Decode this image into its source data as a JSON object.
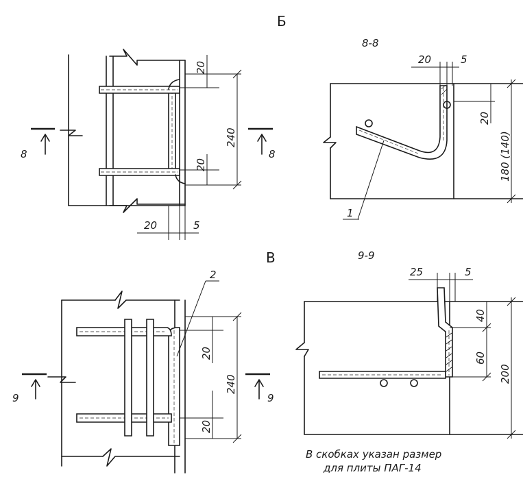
{
  "top_view_letter": "Б",
  "bottom_view_letter": "В",
  "section_top_title": "8-8",
  "section_bottom_title": "9-9",
  "section_mark_top": "8",
  "section_mark_bottom": "9",
  "dims": {
    "d20": "20",
    "d5": "5",
    "d240": "240",
    "d25": "25",
    "d40": "40",
    "d60": "60",
    "d200": "200",
    "d180": "180 (140)"
  },
  "leaders": {
    "item_1": "1",
    "item_2": "2"
  },
  "note_line_1": "В скобках указан размер",
  "note_line_2": "для плиты ПАГ-14"
}
